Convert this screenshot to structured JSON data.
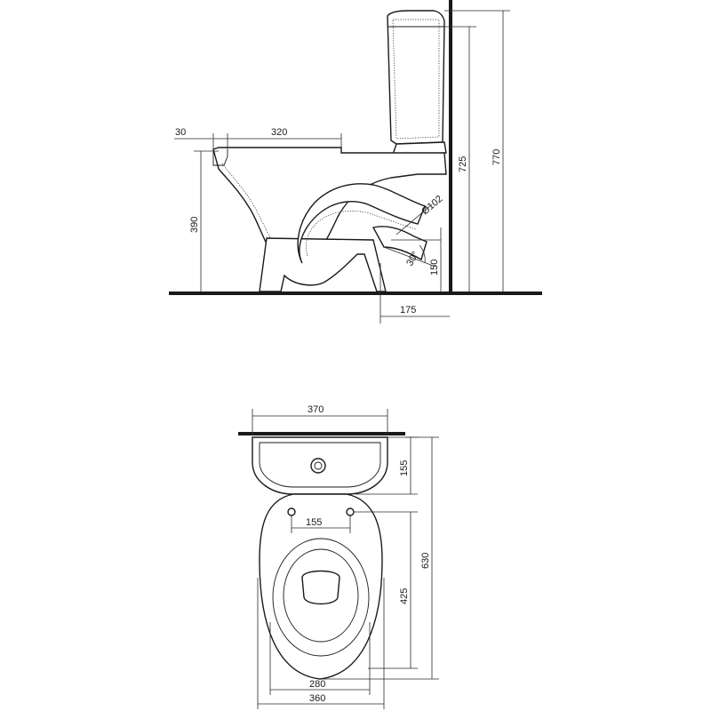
{
  "dimensions": {
    "side_view": {
      "rim_offset": "30",
      "bowl_length": "320",
      "bowl_height": "390",
      "outlet_diameter": "Ø102",
      "outlet_angle": "30°",
      "outlet_height": "150",
      "outlet_offset": "175",
      "tank_height": "725",
      "total_height": "770"
    },
    "top_view": {
      "tank_width": "370",
      "tank_depth": "155",
      "bolt_spacing": "155",
      "bowl_length_total": "630",
      "bowl_opening_length": "425",
      "seat_width": "280",
      "bowl_width": "360"
    }
  },
  "colors": {
    "line": "#1a1a1a",
    "background": "#ffffff",
    "wall": "#2a2a2a"
  }
}
